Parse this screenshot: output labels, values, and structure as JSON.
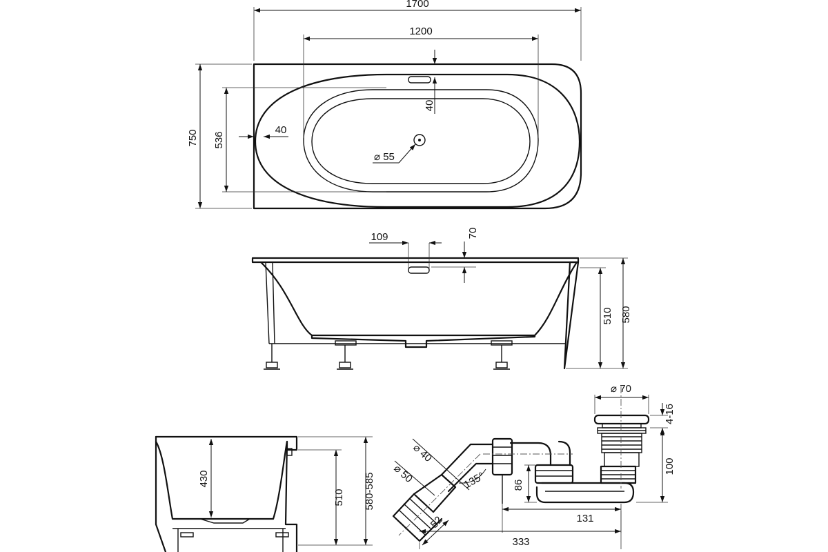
{
  "top_view": {
    "total_length": "1700",
    "inner_length": "1200",
    "total_width": "750",
    "inner_width": "536",
    "side_rim": "40",
    "overflow_offset": "40",
    "drain_diameter": "⌀ 55"
  },
  "side_view": {
    "overflow_length": "109",
    "overflow_depth": "70",
    "bath_height": "510",
    "total_height": "580"
  },
  "end_view": {
    "water_depth": "430",
    "bath_height": "510",
    "total_height": "580-585"
  },
  "siphon": {
    "plug_diameter": "⌀ 70",
    "plug_lift": "4-16",
    "drain_height": "100",
    "outlet_pipe": "⌀ 40",
    "outlet_connection": "⌀ 50",
    "bend_angle": "135°",
    "outlet_length": "52",
    "trap_height": "86",
    "trap_length": "131",
    "total_length": "333"
  }
}
